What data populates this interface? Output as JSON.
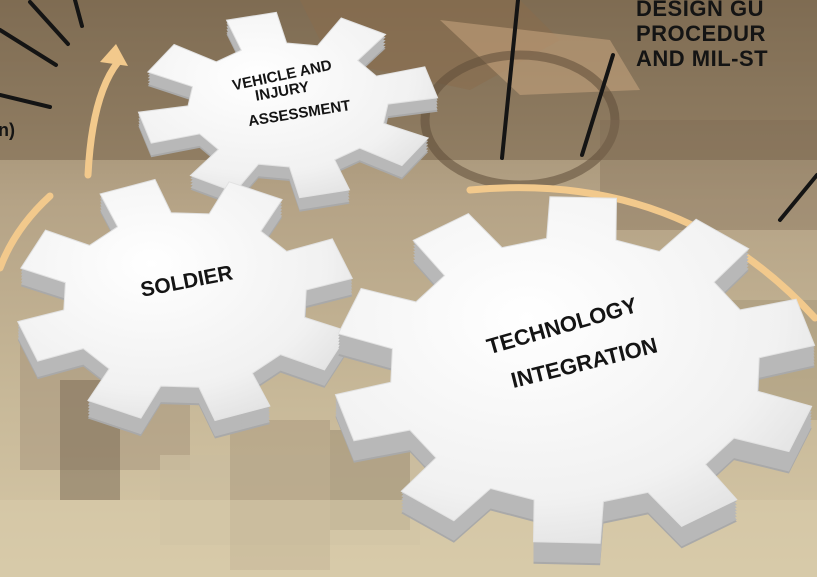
{
  "gears": {
    "vehicle": {
      "label_line1": "VEHICLE AND",
      "label_line2": "INJURY",
      "label_line3": "ASSESSMENT"
    },
    "soldier": {
      "label": "SOLDIER"
    },
    "technology": {
      "label_line1": "TECHNOLOGY",
      "label_line2": "INTEGRATION"
    }
  },
  "callouts": {
    "top_right_lines": [
      "DESIGN GU",
      "PROCEDUR",
      "AND MIL-ST"
    ],
    "left_fragment": "n)"
  },
  "colors": {
    "arc": "#f2c98c",
    "gear_face": "#f4f4f4",
    "gear_side": "#a9a9a9",
    "text": "#141414"
  }
}
